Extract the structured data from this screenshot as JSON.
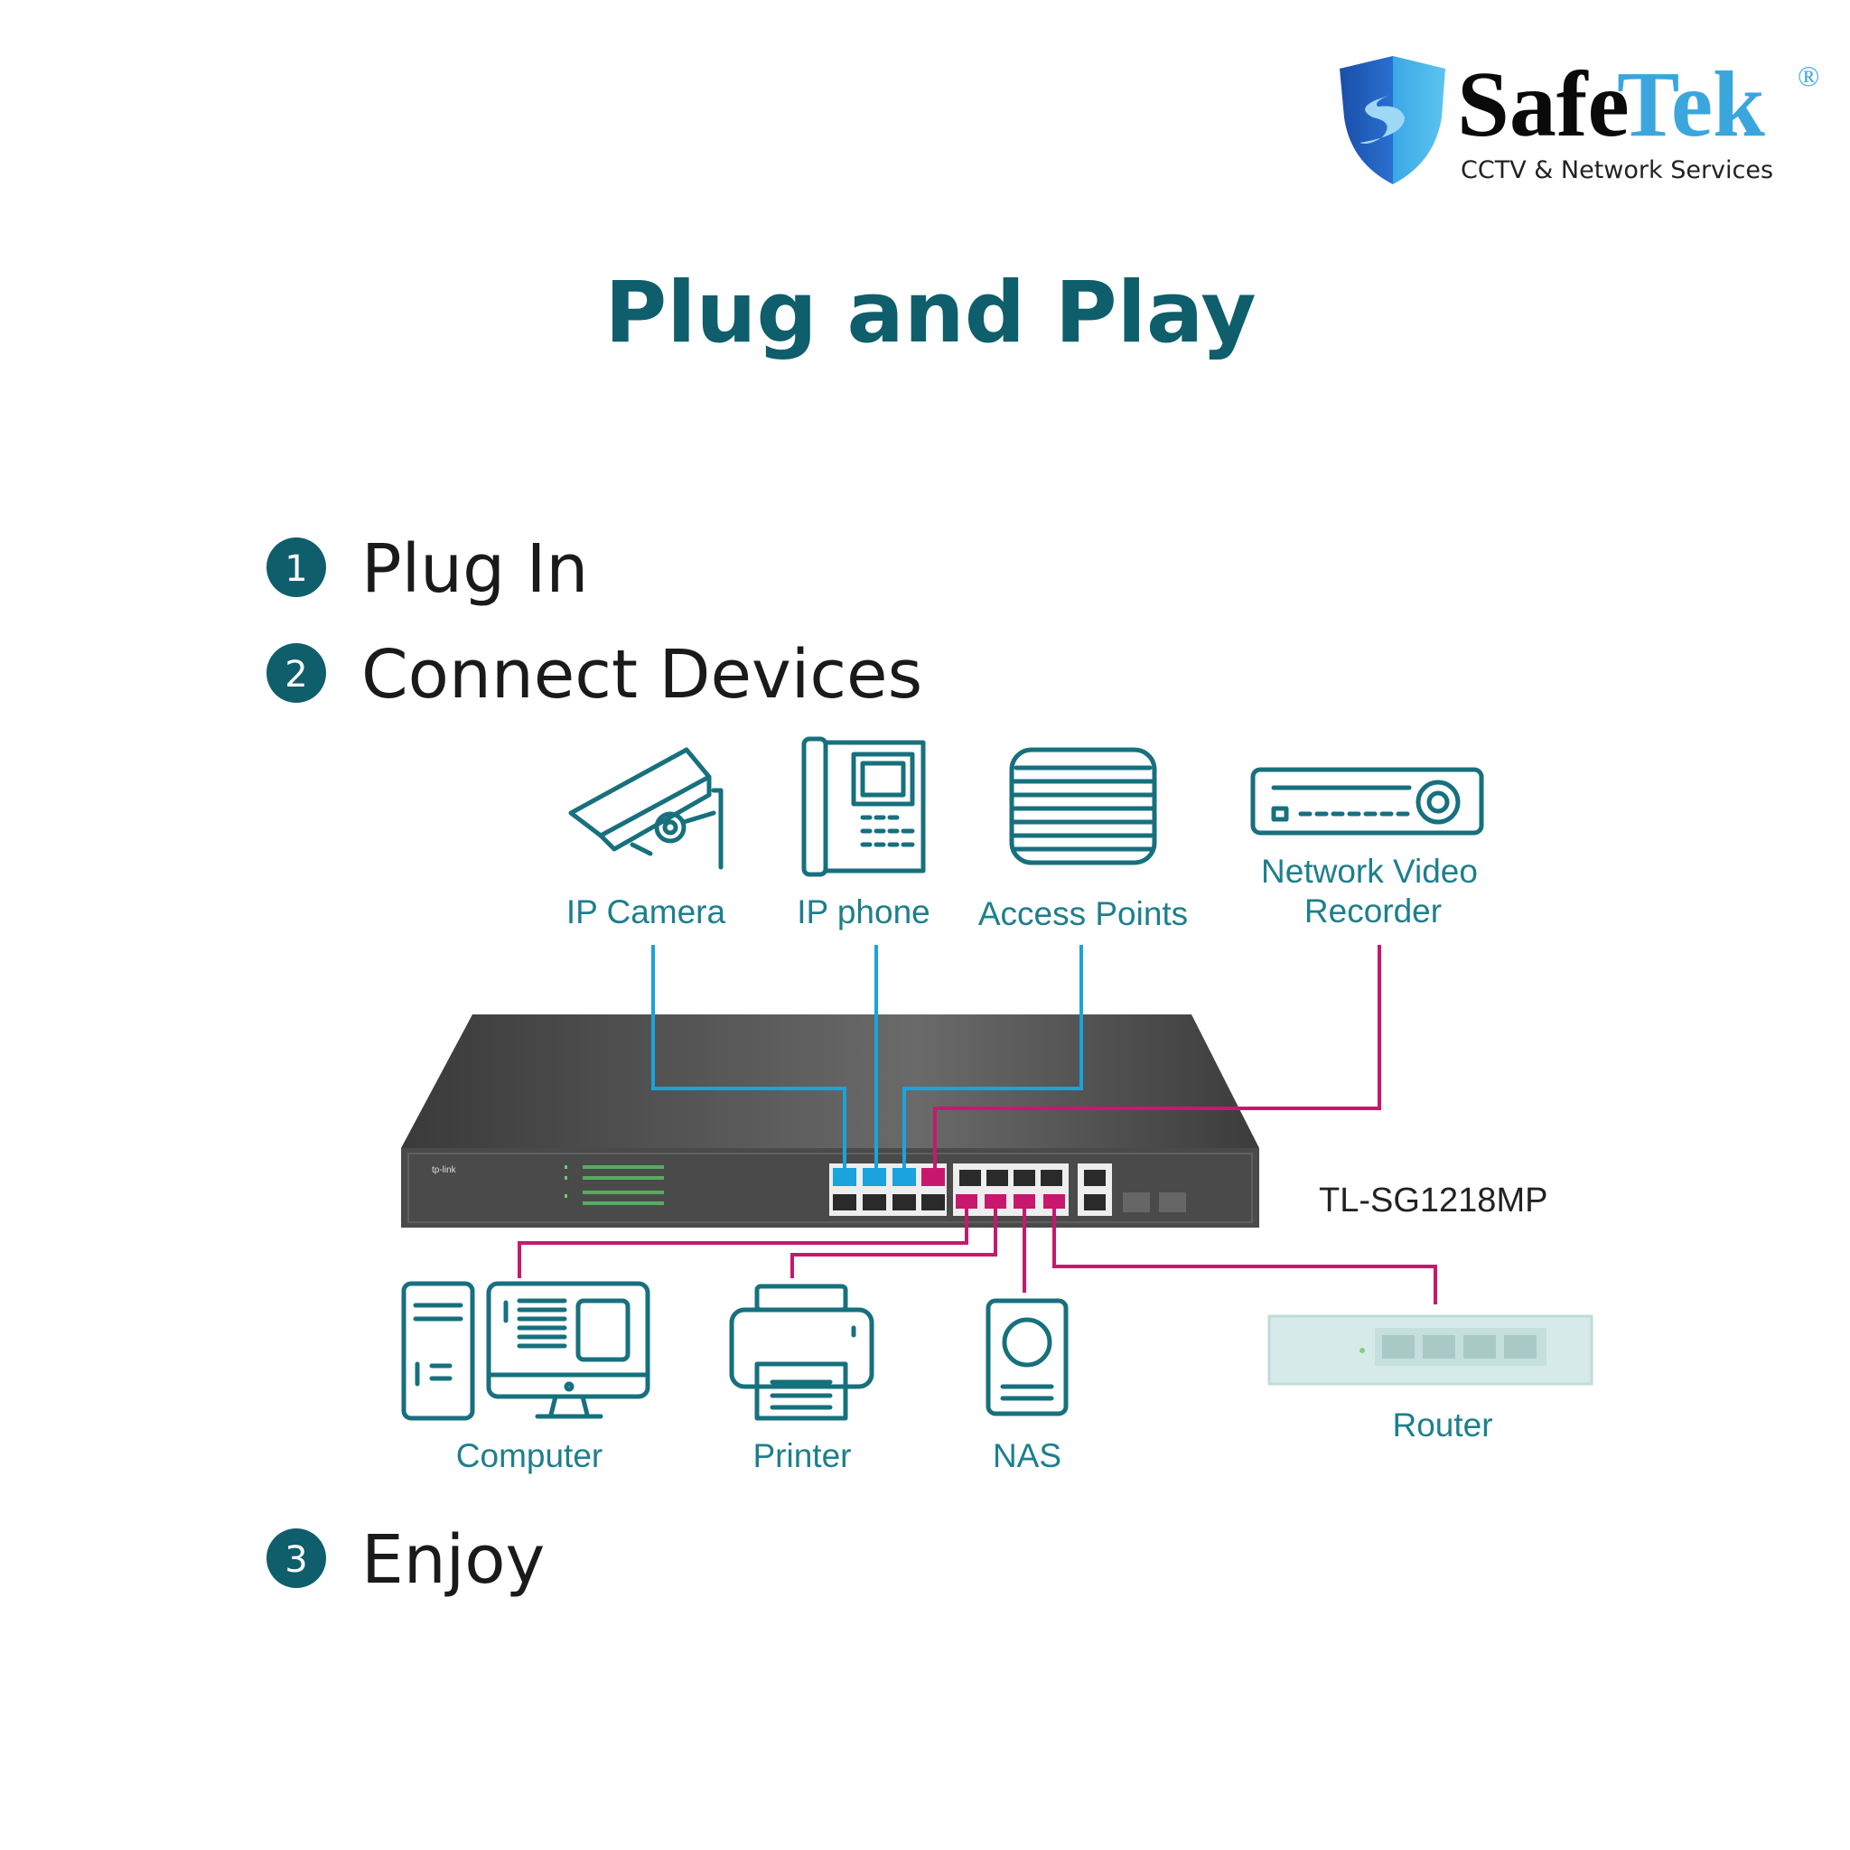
{
  "brand": {
    "name_dark": "Safe",
    "name_light": "Tek",
    "registered": "®",
    "tagline": "CCTV & Network Services",
    "colors": {
      "dark": "#0a0a0a",
      "light": "#3ba6dd",
      "shield": "#1e63c4"
    }
  },
  "title": "Plug and Play",
  "steps": [
    {
      "number": "1",
      "label": "Plug In"
    },
    {
      "number": "2",
      "label": "Connect Devices"
    },
    {
      "number": "3",
      "label": "Enjoy"
    }
  ],
  "top_devices": [
    {
      "label": "IP Camera",
      "icon": "ip-camera-icon"
    },
    {
      "label": "IP phone",
      "icon": "ip-phone-icon"
    },
    {
      "label": "Access Points",
      "icon": "access-point-icon"
    },
    {
      "label_line1": "Network Video",
      "label_line2": "Recorder",
      "icon": "nvr-icon"
    }
  ],
  "switch": {
    "model": "TL-SG1218MP",
    "brand": "tp-link"
  },
  "bottom_devices": [
    {
      "label": "Computer",
      "icon": "computer-icon"
    },
    {
      "label": "Printer",
      "icon": "printer-icon"
    },
    {
      "label": "NAS",
      "icon": "nas-icon"
    },
    {
      "label": "Router",
      "icon": "router-icon"
    }
  ],
  "colors": {
    "title": "#0f5e6c",
    "accent": "#1d7f8c",
    "poe_line": "#1aa3dc",
    "data_line": "#c8186e"
  }
}
